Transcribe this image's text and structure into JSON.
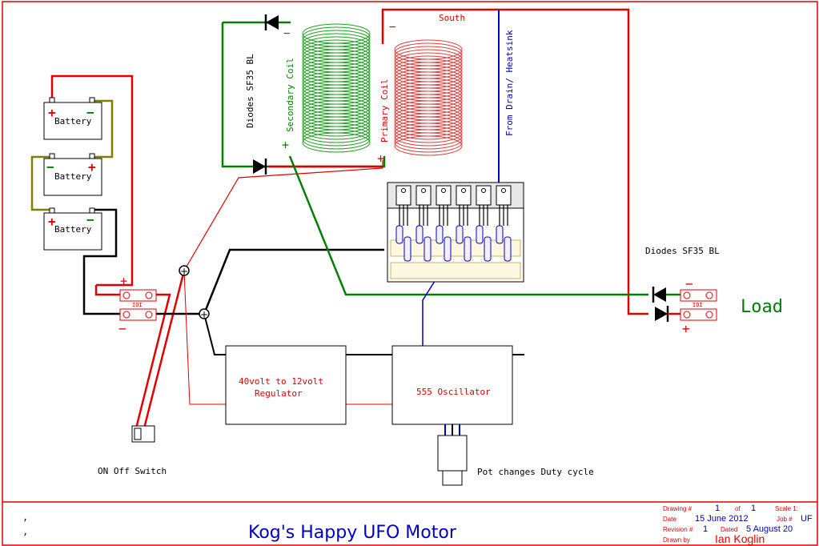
{
  "diagram": {
    "batteries": [
      "Battery",
      "Battery",
      "Battery"
    ],
    "switch_label": "ON Off Switch",
    "regulator_label_line1": "40volt to 12volt",
    "regulator_label_line2": "Regulator",
    "oscillator_label": "555 Oscillator",
    "pot_label": "Pot changes Duty cycle",
    "diodes_top_label": "Diodes SF35 BL",
    "secondary_coil_label": "Secondary Coil",
    "primary_coil_label": "Primary Coil",
    "south_label": "South",
    "drain_label": "From Drain/ Heatsink",
    "diodes_right_label": "Diodes SF35 BL",
    "load_label": "Load",
    "plus": "+",
    "minus": "−",
    "fuse_label": "IOI"
  },
  "title_block": {
    "title": "Kog's Happy UFO Motor",
    "drawing_label": "Drawing #",
    "drawing_num": "1",
    "of_label": "of",
    "of_num": "1",
    "scale_label": "Scale 1:",
    "date_label": "Date",
    "date_value": "15 June 2012",
    "job_label": "Job #",
    "job_value": "UF",
    "revision_label": "Revision #",
    "revision_value": "1",
    "dated_label": "Dated",
    "dated_value": "5 August 20",
    "drawn_by_label": "Drawn by",
    "drawn_by_value": "Ian Koglin",
    "left_marks": [
      ",",
      ","
    ]
  },
  "colors": {
    "border": "#e00000",
    "red_wire": "#e00000",
    "green_wire": "#008000",
    "blue_wire": "#0000c0",
    "olive_wire": "#808000",
    "black_wire": "#000000",
    "secondary_coil": "#20a020",
    "primary_coil": "#e04040"
  }
}
